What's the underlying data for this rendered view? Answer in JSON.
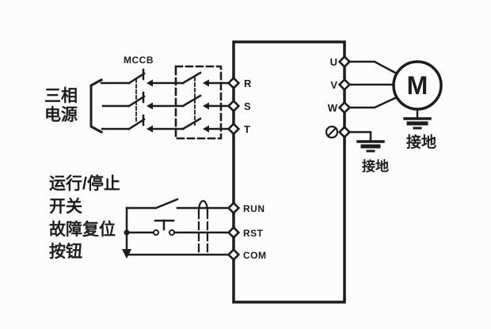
{
  "diagram": {
    "power_source": {
      "line1": "三相",
      "line2": "电源"
    },
    "mccb_label": "MCCB",
    "inverter": {
      "input_terminals": [
        "R",
        "S",
        "T"
      ],
      "output_terminals": [
        "U",
        "V",
        "W"
      ],
      "control_terminals": [
        "RUN",
        "RST",
        "COM"
      ]
    },
    "motor": {
      "label": "M",
      "ground_label": "接地"
    },
    "inverter_ground_label": "接地",
    "control_caption": {
      "line1": "运行/停止",
      "line2": "开关",
      "line3": "故障复位",
      "line4": "按钮"
    },
    "colors": {
      "line": "#1c1c1c",
      "background": "#fcfcfc"
    }
  }
}
